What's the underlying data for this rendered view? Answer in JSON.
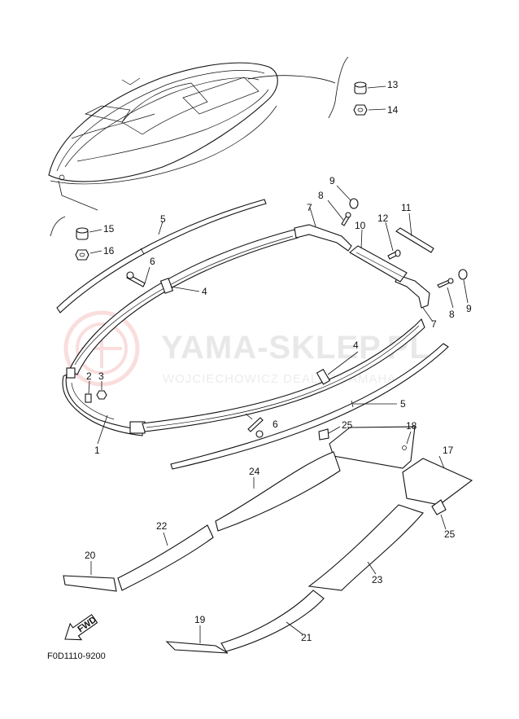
{
  "watermark": {
    "brand": "YAMA-SKLEP.PL",
    "dealer": "WOJCIECHOWICZ DEALER YAMAHA"
  },
  "diagram_code": "F0D1110-9200",
  "fwd_label": "FWD",
  "callouts": {
    "p1": "1",
    "p2": "2",
    "p3": "3",
    "p4a": "4",
    "p4b": "4",
    "p5a": "5",
    "p5b": "5",
    "p6a": "6",
    "p6b": "6",
    "p7a": "7",
    "p7b": "7",
    "p8a": "8",
    "p8b": "8",
    "p9a": "9",
    "p9b": "9",
    "p10": "10",
    "p11": "11",
    "p12": "12",
    "p13": "13",
    "p14": "14",
    "p15": "15",
    "p16": "16",
    "p17": "17",
    "p18": "18",
    "p19": "19",
    "p20": "20",
    "p21": "21",
    "p22": "22",
    "p23": "23",
    "p24": "24",
    "p25a": "25",
    "p25b": "25"
  }
}
